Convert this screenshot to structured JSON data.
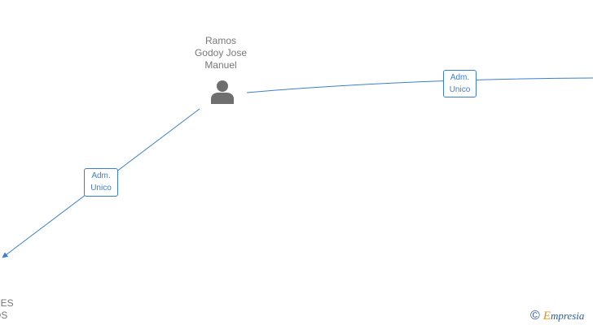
{
  "person": {
    "name_lines": [
      "Ramos",
      "Godoy Jose",
      "Manuel"
    ],
    "icon": "person-icon"
  },
  "company": {
    "name_lines": [
      "RES",
      "OS"
    ]
  },
  "edges": [
    {
      "label_lines": [
        "Adm.",
        "Unico"
      ]
    },
    {
      "label_lines": [
        "Adm.",
        "Unico"
      ]
    }
  ],
  "brand": {
    "copyright_symbol": "©",
    "first_letter": "E",
    "rest": "mpresia"
  },
  "colors": {
    "edge": "#3a7fcf",
    "node_text": "#777777",
    "icon": "#6f6f6f",
    "brand_blue": "#2c5aa0",
    "brand_orange": "#f29100"
  }
}
